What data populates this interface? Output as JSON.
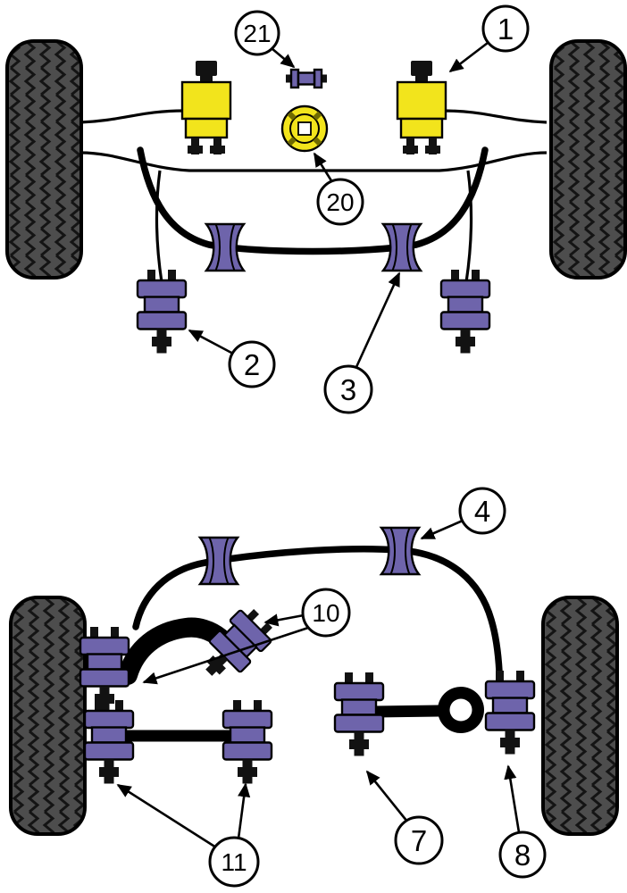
{
  "diagram": {
    "type": "parts-diagram",
    "description": "Front and rear suspension bushing fitment diagram with numbered callouts",
    "sections": [
      {
        "name": "front-suspension",
        "callouts": [
          "1",
          "21",
          "20",
          "2",
          "3"
        ]
      },
      {
        "name": "rear-suspension",
        "callouts": [
          "4",
          "10",
          "11",
          "7",
          "8"
        ]
      }
    ],
    "callouts": {
      "c1": "1",
      "c21": "21",
      "c20": "20",
      "c2": "2",
      "c3": "3",
      "c4": "4",
      "c10": "10",
      "c11": "11",
      "c7": "7",
      "c8": "8"
    },
    "colors": {
      "bush_purple": "#6e64ab",
      "mount_yellow": "#f2e41c",
      "tire_gray": "#4d4d4d",
      "outline_black": "#000000",
      "background": "#ffffff"
    }
  }
}
